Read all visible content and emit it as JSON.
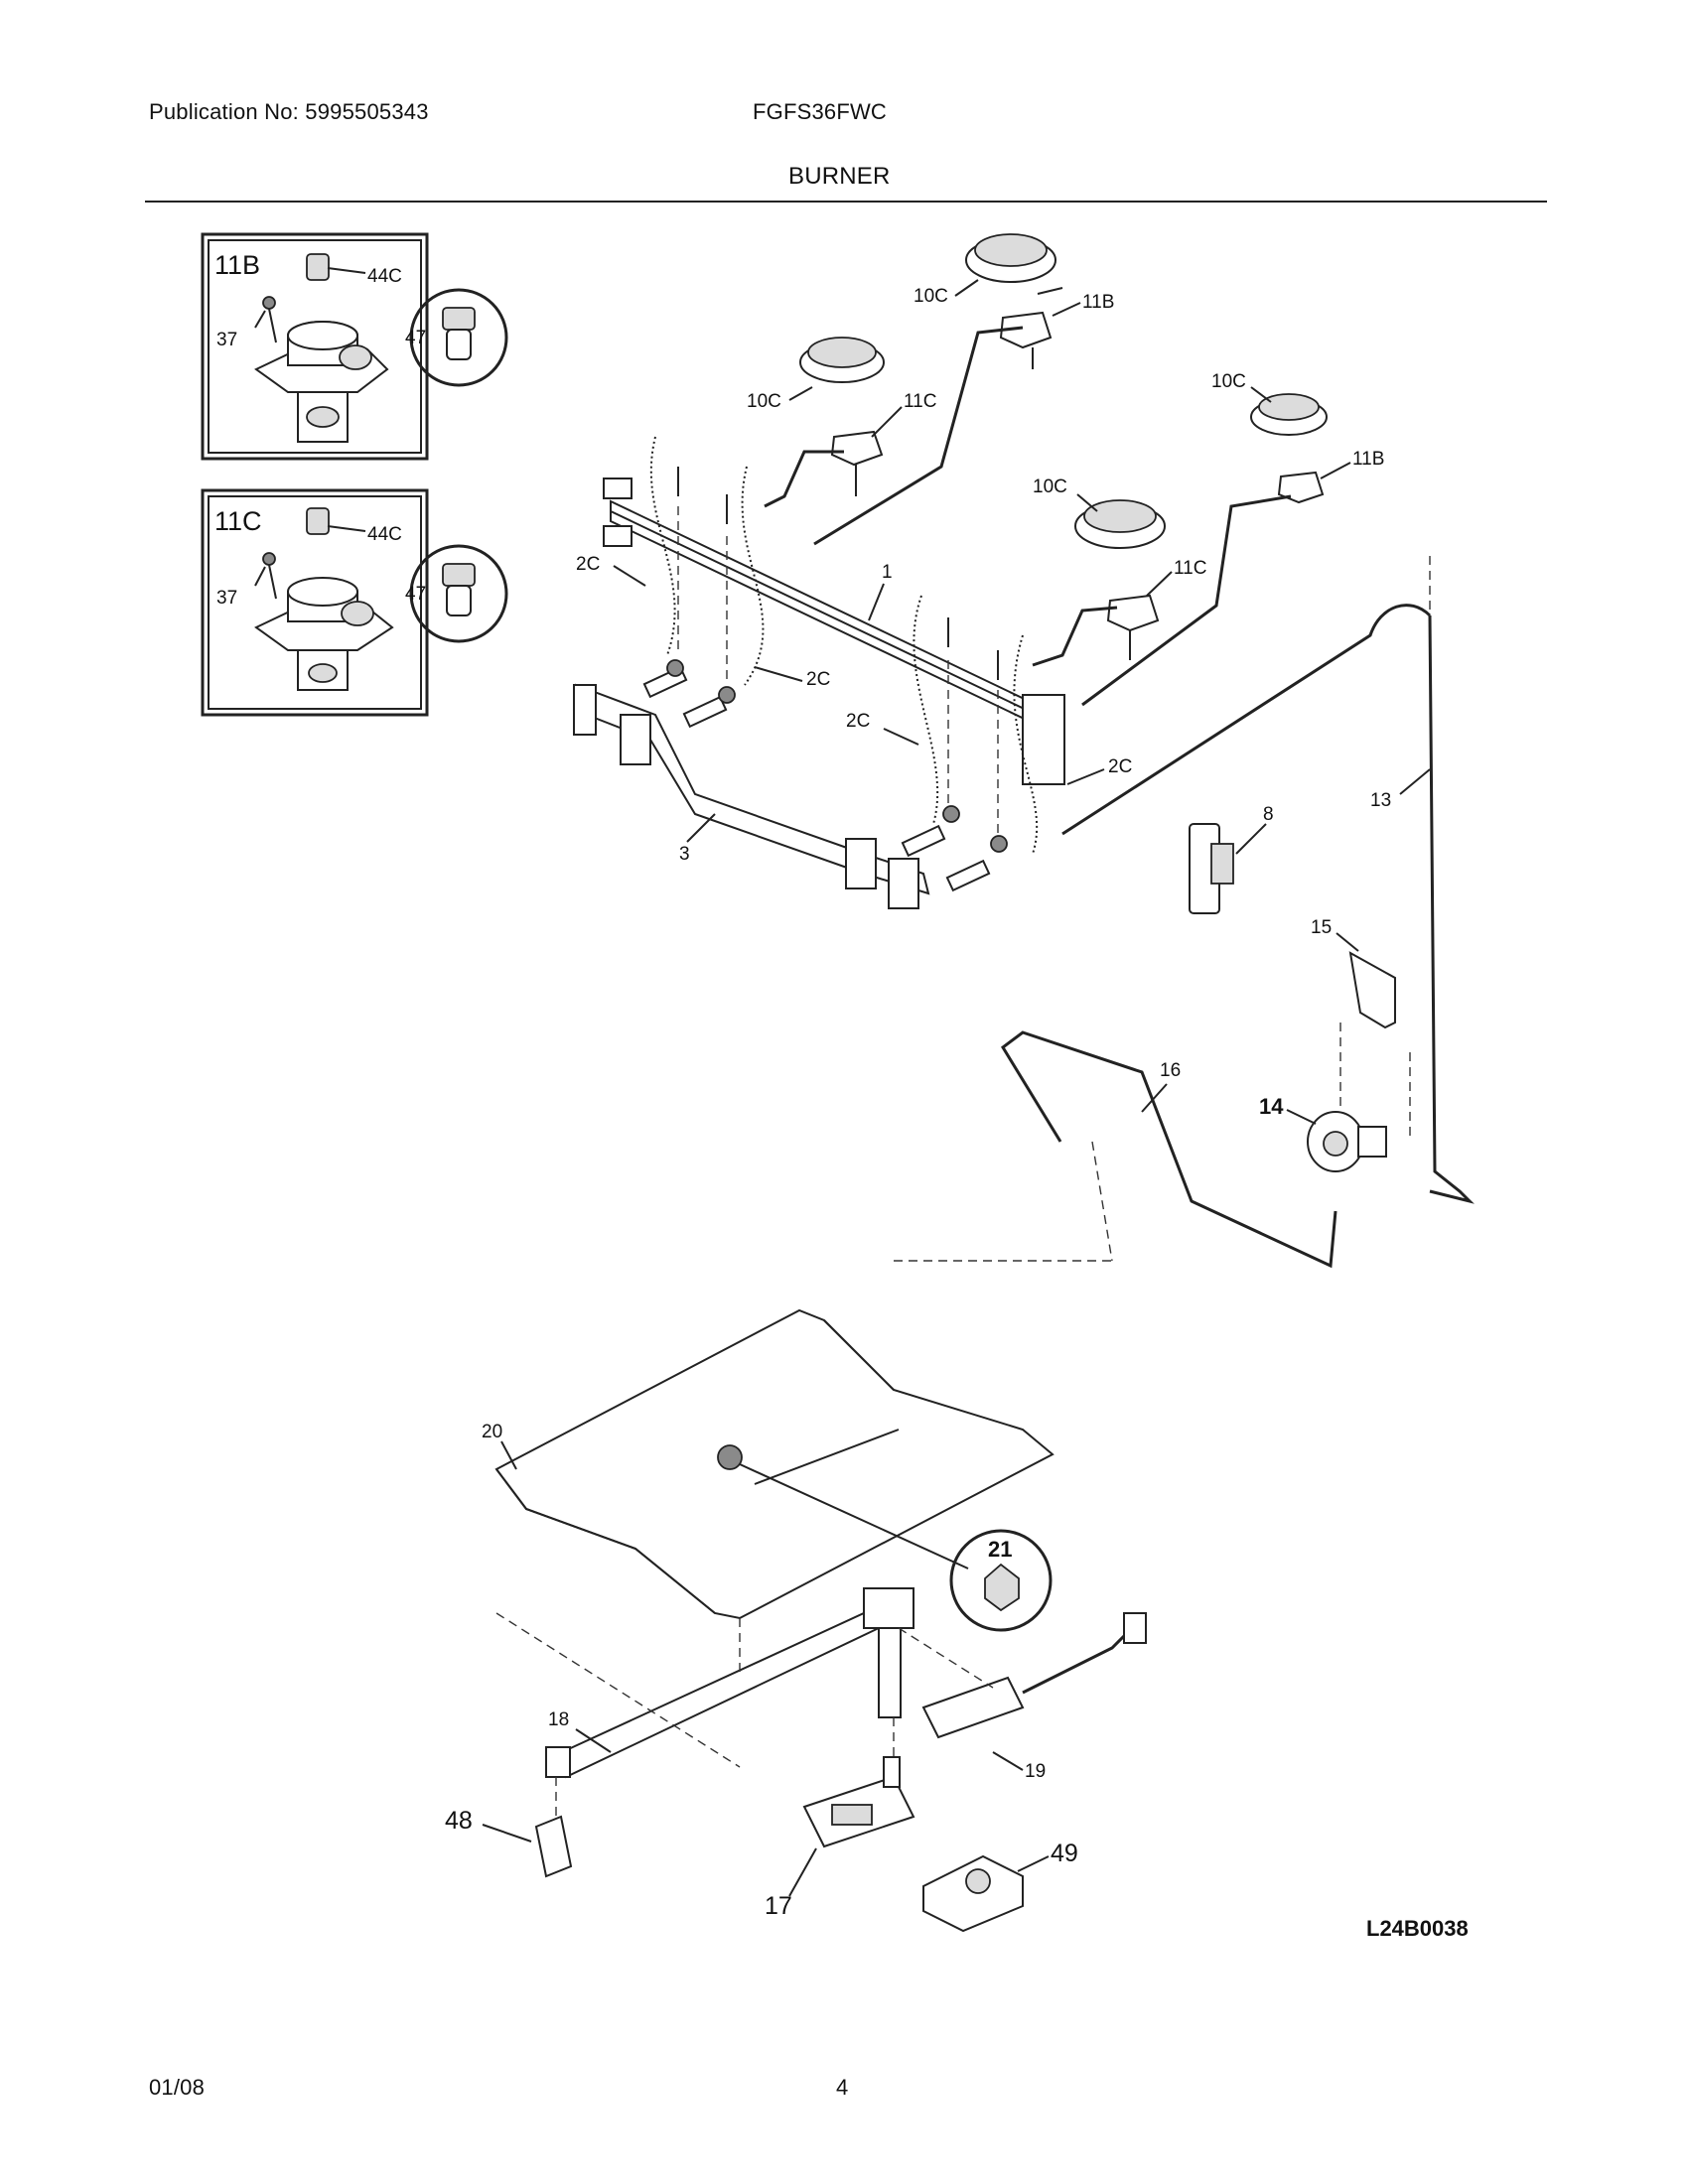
{
  "header": {
    "publication": "Publication No: 5995505343",
    "model": "FGFS36FWC",
    "section_title": "BURNER"
  },
  "footer": {
    "date": "01/08",
    "page_number": "4"
  },
  "diagram": {
    "reference_code": "L24B0038",
    "inset_boxes": [
      {
        "title": "11B",
        "labels": {
          "cap": "44C",
          "screw": "37",
          "orifice": "47"
        }
      },
      {
        "title": "11C",
        "labels": {
          "cap": "44C",
          "screw": "37",
          "orifice": "47"
        }
      }
    ],
    "callouts": {
      "c1": "1",
      "c2c_a": "2C",
      "c2c_b": "2C",
      "c2c_c": "2C",
      "c2c_d": "2C",
      "c3": "3",
      "c8": "8",
      "c10c_a": "10C",
      "c10c_b": "10C",
      "c10c_c": "10C",
      "c10c_d": "10C",
      "c11b_a": "11B",
      "c11b_b": "11B",
      "c11c_a": "11C",
      "c11c_b": "11C",
      "c13": "13",
      "c14": "14",
      "c15": "15",
      "c16": "16",
      "c17": "17",
      "c18": "18",
      "c19": "19",
      "c20": "20",
      "c21": "21",
      "c48": "48",
      "c49": "49"
    }
  }
}
